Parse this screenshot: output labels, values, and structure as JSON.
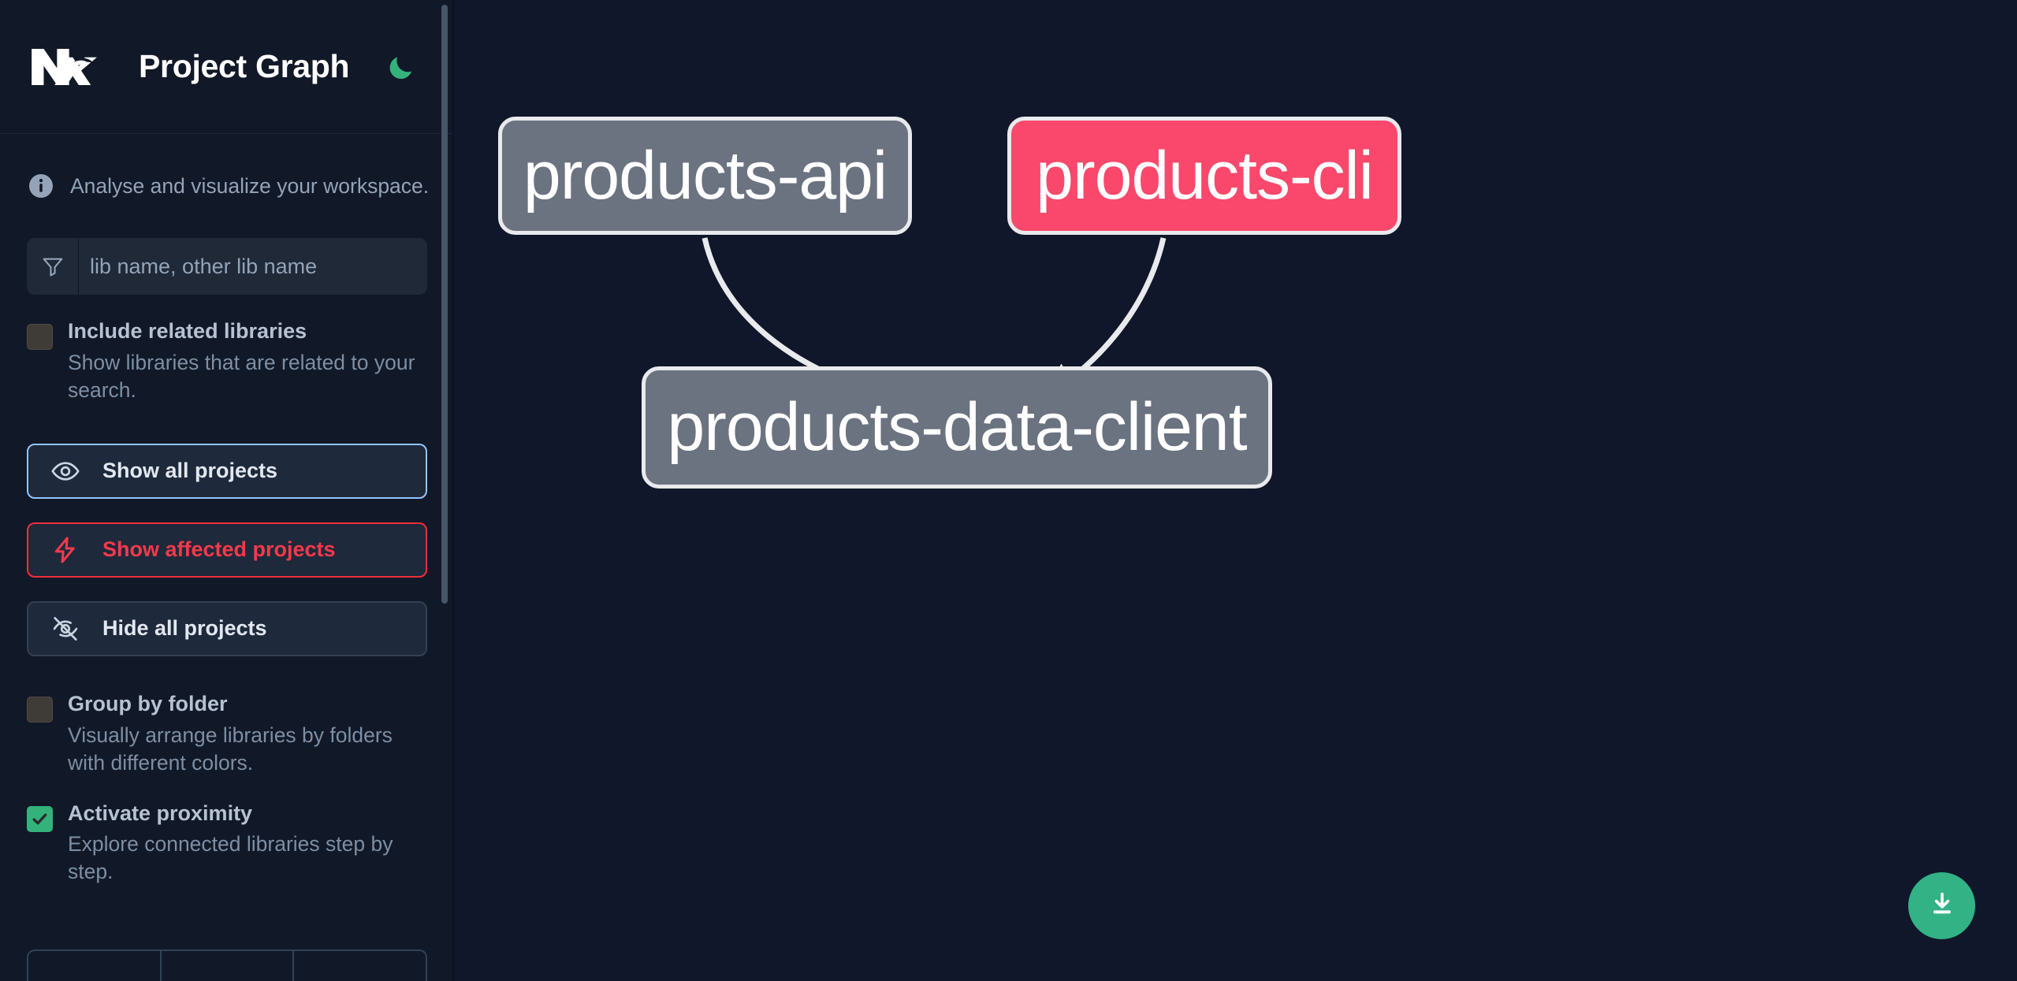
{
  "app": {
    "title": "Project Graph",
    "logo_name": "nx-logo",
    "theme_toggle": "moon-icon"
  },
  "sidebar": {
    "tagline": "Analyse and visualize your workspace.",
    "tagline_icon": "info-icon",
    "search": {
      "icon": "filter-icon",
      "placeholder": "lib name, other lib name",
      "value": ""
    },
    "options": [
      {
        "id": "include-related-libraries",
        "title": "Include related libraries",
        "desc": "Show libraries that are related to your search.",
        "checked": false
      },
      {
        "id": "group-by-folder",
        "title": "Group by folder",
        "desc": "Visually arrange libraries by folders with different colors.",
        "checked": false
      },
      {
        "id": "activate-proximity",
        "title": "Activate proximity",
        "desc": "Explore connected libraries step by step.",
        "checked": true
      }
    ],
    "buttons": [
      {
        "id": "show-all-projects",
        "label": "Show all projects",
        "icon": "eye-icon",
        "accent": "#93c5fd"
      },
      {
        "id": "show-affected-projects",
        "label": "Show affected projects",
        "icon": "lightning-icon",
        "accent": "#f4394a"
      },
      {
        "id": "hide-all-projects",
        "label": "Hide all projects",
        "icon": "eye-off-icon",
        "accent": "#334155"
      }
    ]
  },
  "graph": {
    "nodes": [
      {
        "id": "products-api",
        "label": "products-api",
        "color": "#6b7280",
        "affected": false
      },
      {
        "id": "products-cli",
        "label": "products-cli",
        "color": "#f9486b",
        "affected": true
      },
      {
        "id": "products-data-client",
        "label": "products-data-client",
        "color": "#6b7280",
        "affected": false
      }
    ],
    "edges": [
      {
        "from": "products-api",
        "to": "products-data-client"
      },
      {
        "from": "products-cli",
        "to": "products-data-client"
      }
    ],
    "download_button": {
      "id": "download-graph",
      "icon": "download-icon",
      "color": "#32b285"
    }
  }
}
